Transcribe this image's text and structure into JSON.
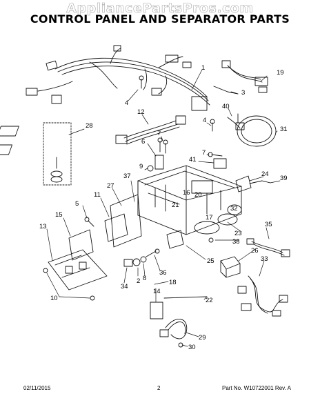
{
  "watermark": "AppliancePartsPros.com",
  "title": "CONTROL PANEL AND SEPARATOR PARTS",
  "callouts": {
    "c1": "1",
    "c2": "2",
    "c3": "3",
    "c4a": "4",
    "c4b": "4",
    "c5": "5",
    "c6": "6",
    "c7a": "7",
    "c7b": "7",
    "c8": "8",
    "c9": "9",
    "c10": "10",
    "c11": "11",
    "c12": "12",
    "c13": "13",
    "c14": "14",
    "c15": "15",
    "c16": "16",
    "c17": "17",
    "c18": "18",
    "c19": "19",
    "c20": "20",
    "c21": "21",
    "c22": "22",
    "c23": "23",
    "c24": "24",
    "c25": "25",
    "c26": "26",
    "c27": "27",
    "c28": "28",
    "c29": "29",
    "c30": "30",
    "c31": "31",
    "c32": "32",
    "c33": "33",
    "c34": "34",
    "c35": "35",
    "c36": "36",
    "c37": "37",
    "c38": "38",
    "c39": "39",
    "c40": "40",
    "c41": "41"
  },
  "footer": {
    "date": "02/11/2015",
    "page": "2",
    "part_no": "Part No. W10722001  Rev. A"
  }
}
